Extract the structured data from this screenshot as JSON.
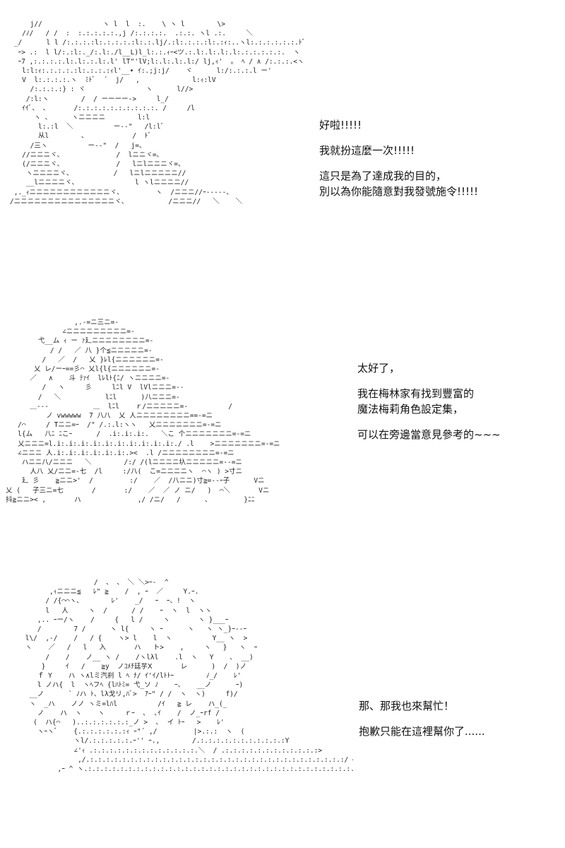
{
  "panels": [
    {
      "art": [
        "     j//               ヽ l  l  :.    \\ ヽ l        \\>",
        "   /ﾉ/   / /  :  :.:.:.:.:.,j /:.:.:.:.  .:.:. ヽl .:.     ＼",
        " _/      l l /:.:.:.:l:.:.:.:.:l:.:.lj/.:l:.:.:.:l:.:ｨ:..ヽl:.:.:.:.:.:.ﾄﾞ",
        "  ｰ> .:  l l/:.:l:._/:.l:./l__L)l_l:.:.ｨｰ<ツ.:.l:.l:.l:.l:.:.:.:.:.:.  ヽ",
        "  ｰ7 ,:.:.:.:.l:.l:.:.l:.l' lT\"'lV;l:.l:.l:.l:/ lj,ｨ'  。 ﾍ / ∧ /:.:.:.<ヽ",
        "   l:l:ｨ:.:.:.:.:l:.:.:.:ｨl'__• ｲ:.;j:j/    ヾ      l:/:.:.:.l ー'",
        "   V  l:.:.:.:.ヽ  ﾐﾄﾞ  ´  j/   ,             l:ｨ:lV",
        "     /:.:.:.:} : ヾ               ヽ      l//>",
        "    /:l:ヽ        /  / ーーーー->     l_/",
        "   ｲｲﾞ、 、      /:.:.:.:.:.:.:.:.:.:. /     /l",
        "      ヽ 、     ヽニニニニ        l:l",
        "       l:.:l  ＼          ー-‐\"   /l:lﾞ",
        "       从l        、           /  ﾄﾞ",
        "     /三ヽ          ー-‐\"  /   j=、",
        "   //ニニニヾ、             /  lニニヾ=、",
        "   (/ニニニヾ、             /   lニlニニニヾ=、",
        "    ヽニニニニヾ、          /   lニlニニニニニ//",
        "    __lニニニニヾ、              l ヽlニニニニ//",
        " ,._ｨニニニニニニニニニニニニヾ、        ヽ  /ニニニ//ｰ-----、",
        "/ニニニニニニニニニニニニニニニヾ、          /ニニニ//   ＼    ＼"
      ],
      "lines": [
        "好啦!!!!!",
        "我就扮這麼一次!!!!!",
        "這只是為了達成我的目的，",
        "別以為你能隨意對我發號施令!!!!!"
      ]
    },
    {
      "art": [
        "                 ,.-=ニ三ニ=-",
        "              ∠ニニニニニニニニニ=-",
        "        弋__ム ｨ ー ｧ廴ニニニニニニニニ=-",
        "           / /   ／ 八 }个≦ニニニニニ=-",
        "         /   ／  /   乂 }ﾚl{ニニニニニニ=-",
        "       乂 レ/ーｰ==彡⌒ 乂l{l{ニニニニニニ=-",
        "      ／   ∧    斗 ﾃｧｲ  lﾚlﾄ{ﾆ/ ヽニニニニ=-",
        "         /   ヽ     彡     lﾆl V  lVlニニニ=--",
        "        /   ＼           lﾆl      )八ニニニ=-",
        "      ＿---           ＿  lﾆl    ｒ/ニニニニニ=-          /",
        "          ノ vwwwww  7 八八  乂 人ニニニニニニニニ==-=ニ",
        "   /⌒     / Tニニ=ｰ  /\" /.:.l:ヽヽ   乂ニニニニニニニ=-=ニ",
        "   l{ム   八ﾆ ﾆこｰ      /  .i:.i:.i:.   ＼こ 个ニニニニニニニ=-=ニ",
        "   乂ニニニ=l.i:.i:.i:.i:.i:.i:.i:.i:.i:.i:./ .l    >ニニニニニニニ=-=ニ",
        "   ∠ニニニ 人.i:.i:.i:.i:.i:.i:.><  .l /ニニニニニニニニ=-=ニ",
        "    ハニニ八/ニニニ   ＼        /:/ /(lニニニニ圦ニニニニニ=--=ニ",
        "      人八 乂/ニニ=-七  /l     :/八(  こ=ニニニニヽ  ⌒ヽ ) >寸ニ",
        "    廴 彡    ≧ニニ>'  /         :/    ／  /八ニニ)寸≧=--ｰ子      Vニ",
        "乂 (   子三ニ=七       /       :/    ／  ／ ノ ニ/   )  ⌒＼       Vニ",
        "抖≧ニニ>< ,       ハ              ,/ /ニ/   /      、        }ﾆﾆ"
      ],
      "lines": [
        "太好了，",
        "我在梅林家有找到豐富的",
        "魔法梅莉角色設定集，",
        "可以在旁邊當意見參考的~~~"
      ]
    },
    {
      "art": [
        "                  /  、 、 ＼ ＼>ｰ‐  ^",
        "       ,ｨニニニ≦   ﾚ\" ≧    /  , ｰ  ／     Y.ｰ.",
        "      / /{⌒⌒ヽ、       ﾚ'    _/   ｰ  ｰ、!  ヽ",
        "      l   人     ヽ  /      / /    ｰ  ヽ  l  ヽヽ",
        "    ,.. ｰー/ヽ    /     {   l /     ヽ       ヽ }___ｰ",
        "    /        7 /      ヽ l{     ヽ ｰ      ヽ   ヽ ヽ_}ｰ--ｰ",
        " l\\/  ,-/    /   / {    ヽ> l    l  ヽ          Y__ ヽ  >",
        " ヽ    ／   /   l   入       ハ   ト>    ,     ヽ   }   ヽ  ｰ",
        "      /    /    ノ__ ヽ /    /ヽlλl    .l  ヽ   Y    ､  __)",
        "     }     ｲ   /    ≧y  ノｺﾒﾁ廷芋Ⅹ       レ      )  /  )ノ",
        "    ｆ Y    ハ ヽ∧lミ汽刹 l ﾍ ﾅ/ ｲ'ｲ/lﾄﾄｰ        ﾉ_/    ﾚ'",
        "    l ノハ{  l  ヽﾍフﾍ {lﾊﾄﾐ= 弋_ソ ﾉ    ｰ、   __ノ      ｰ)",
        "  __ノ      ` ﾉハ ﾄ、lλ戈リ,ﾊﾞ>  ｱｰ\" / /  ヽ  ヽ)     f)/",
        "  ヽ  _ハ    ノノ ヽミ=lﾊl          /ｲ   ≧ レ    ハ_(_",
        "    ノ    ハ  ヽ    ヽ     ｒｰ  ､  ､ｲ    /  ノ_ｰrf /",
        "   (  ハ{⌒   )..:.:.:.:.:.:_ノ >  ､  イ ﾄｰ   >    ﾚ'",
        "    ヽｰヽﾞ    {.:.:.:.:.:.:ｨ ｰ\"´ ,/         |>.:.:  ヽ  (",
        "             ヽl/.:.:.:.:.:.ｰ'' ｰ.,        /.:.:.:.:.:.:.:.:.:.:.:Y",
        "             ∠'ｨ .:.:.:.:.:.:.:.:.:.:.:.:.:.＼  / .:.:.:.:.:.:.:.:.:.:.:.:>",
        "              ,/.:.:.:.:.:.:.:.:.:.:.:.:.:.:.:.:.:.:.:.:.:.:.:.:.:.:.:.:.:.:.:.:/ ﾍ 、",
        "         ,ｰ ^ ヽ.:.:.:.:.:.:.:.:.:.:.:.:.:.:.:.:.:.:.:.:.:.:.:.:.:.:.:.:.:.:.:.:.:.:.i       l"
      ],
      "lines": [
        "那、那我也來幫忙！",
        "抱歉只能在這裡幫你了......"
      ]
    }
  ]
}
